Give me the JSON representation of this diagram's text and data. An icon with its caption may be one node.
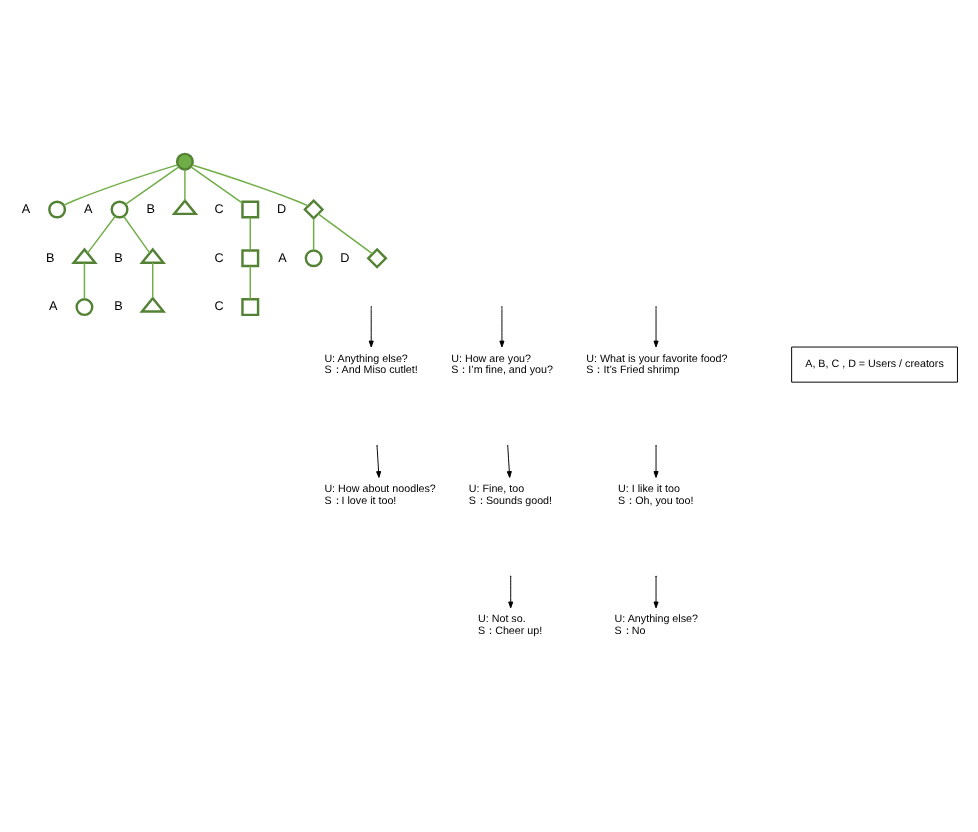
{
  "diagram": {
    "nodes": [
      {
        "text": [],
        "shape": "circle"
      },
      {
        "text": [],
        "shape": "circle",
        "beside": [
          "A"
        ]
      },
      {
        "text": [],
        "shape": "circle",
        "beside": [
          "A"
        ]
      },
      {
        "text": [],
        "shape": "triangle",
        "beside": [
          "B"
        ]
      },
      {
        "text": [],
        "shape": "box",
        "beside": [
          "C"
        ]
      },
      {
        "text": [],
        "shape": "diamond",
        "beside": [
          "D"
        ]
      },
      {
        "text": [],
        "shape": "triangle",
        "beside": [
          "B"
        ]
      },
      {
        "text": [],
        "shape": "triangle",
        "beside": [
          "B"
        ]
      },
      {
        "text": [],
        "shape": "box",
        "beside": [
          "C"
        ]
      },
      {
        "text": [],
        "shape": "circle",
        "beside": [
          "A"
        ]
      },
      {
        "text": [],
        "shape": "diamond",
        "beside": [
          "D"
        ]
      },
      {
        "text": [],
        "shape": "circle",
        "beside": [
          "A"
        ]
      },
      {
        "text": [],
        "shape": "triangle",
        "beside": [
          "B"
        ]
      },
      {
        "text": [],
        "shape": "box",
        "beside": [
          "C"
        ]
      },
      {
        "text": [
          "U: What is your favorite food?",
          "S：It’s Fried shrimp"
        ]
      },
      {
        "text": [
          "U: How are you?",
          "S：I’m fine, and you?"
        ]
      },
      {
        "text": [
          "U: Anything else?",
          "S：And Miso cutlet!"
        ]
      },
      {
        "text": [
          "U: I like it too",
          "S：Oh, you too!"
        ]
      },
      {
        "text": [
          "U: Fine, too",
          "S：Sounds good!"
        ]
      },
      {
        "text": [
          "U: How about noodles?",
          "S：I love it too!"
        ]
      },
      {
        "text": [
          "U: Anything else?",
          "S：No"
        ]
      },
      {
        "text": [
          "U: Not so.",
          "S：Cheer up!"
        ]
      },
      {
        "text": [
          "A, B, C , D = Users / creators"
        ]
      }
    ],
    "edges": [
      {
        "from": 0,
        "to": 1,
        "arrow": "none"
      },
      {
        "from": 0,
        "to": 2,
        "arrow": "none"
      },
      {
        "from": 0,
        "to": 3,
        "arrow": "none"
      },
      {
        "from": 0,
        "to": 4,
        "arrow": "none"
      },
      {
        "from": 0,
        "to": 5,
        "arrow": "none"
      },
      {
        "from": 2,
        "to": 6,
        "arrow": "none"
      },
      {
        "from": 2,
        "to": 7,
        "arrow": "none"
      },
      {
        "from": 4,
        "to": 8,
        "arrow": "none"
      },
      {
        "from": 5,
        "to": 9,
        "arrow": "none"
      },
      {
        "from": 5,
        "to": 10,
        "arrow": "none"
      },
      {
        "from": 6,
        "to": 11,
        "arrow": "none"
      },
      {
        "from": 7,
        "to": 12,
        "arrow": "none"
      },
      {
        "from": 8,
        "to": 13,
        "arrow": "none"
      },
      {
        "from": null,
        "to": 14,
        "arrow": "to",
        "color": "#000000"
      },
      {
        "from": null,
        "to": 15,
        "arrow": "to",
        "color": "#000000"
      },
      {
        "from": null,
        "to": 16,
        "arrow": "to",
        "color": "#000000"
      },
      {
        "from": null,
        "to": 17,
        "arrow": "to",
        "color": "#000000"
      },
      {
        "from": null,
        "to": 18,
        "arrow": "to",
        "color": "#000000"
      },
      {
        "from": null,
        "to": 19,
        "arrow": "to",
        "color": "#000000"
      },
      {
        "from": null,
        "to": 20,
        "arrow": "to",
        "color": "#000000"
      },
      {
        "from": null,
        "to": 21,
        "arrow": "to",
        "color": "#000000"
      }
    ]
  }
}
